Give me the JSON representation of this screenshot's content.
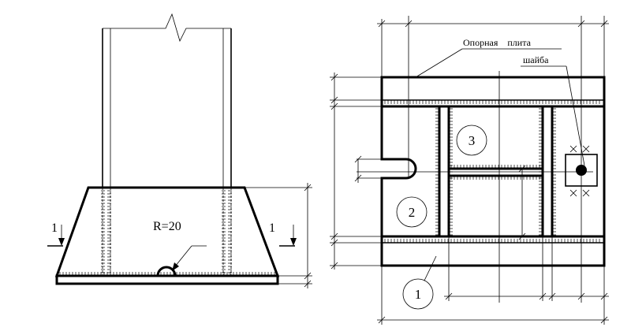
{
  "left_view": {
    "radius_label": "R=20",
    "section_left": "1",
    "section_right": "1"
  },
  "plan_view": {
    "label_base_plate": "Опорная    плита",
    "label_washer": "шайба",
    "marks": [
      "3",
      "2",
      "1"
    ]
  }
}
